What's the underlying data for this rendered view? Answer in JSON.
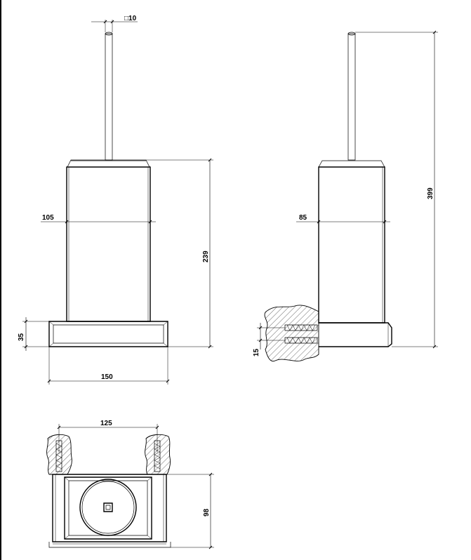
{
  "dimensions": {
    "rod_square": "10",
    "front_diameter": "105",
    "front_height": "239",
    "base_height": "35",
    "base_width": "150",
    "side_diameter": "85",
    "total_height": "399",
    "fixing_spacing": "15",
    "mount_spacing": "125",
    "depth": "98"
  },
  "symbols": {
    "square": "□"
  }
}
